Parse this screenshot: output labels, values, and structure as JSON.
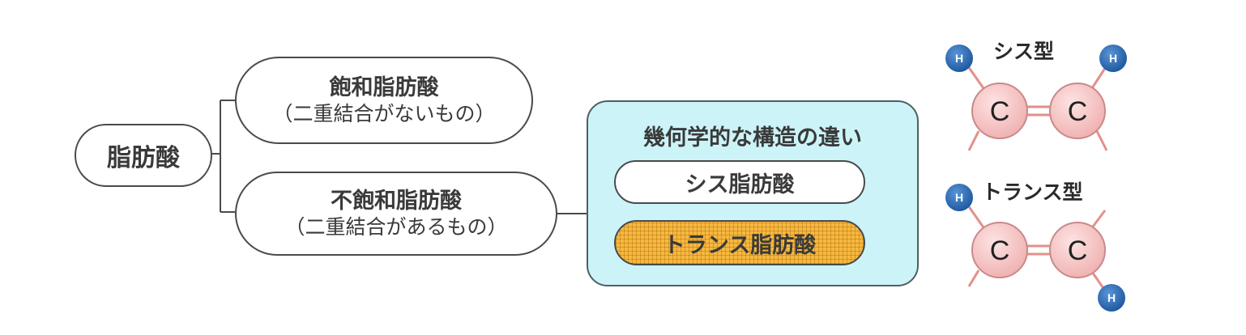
{
  "root": {
    "label": "脂肪酸"
  },
  "saturated": {
    "label": "飽和脂肪酸",
    "note": "（二重結合がないもの）"
  },
  "unsaturated": {
    "label": "不飽和脂肪酸",
    "note": "（二重結合があるもの）"
  },
  "geometric": {
    "title": "幾何学的な構造の違い",
    "cis": "シス脂肪酸",
    "trans": "トランス脂肪酸"
  },
  "molecules": {
    "cis_label": "シス型",
    "trans_label": "トランス型",
    "carbon": "C",
    "hydrogen": "H"
  },
  "colors": {
    "carbon_fill": "#f6c4c4",
    "carbon_stroke": "#c88a8a",
    "hydrogen_fill": "#2f6fb8",
    "bond": "#e3908a",
    "geometric_box": "#ccf4f8",
    "trans_highlight": "#f7b840"
  }
}
